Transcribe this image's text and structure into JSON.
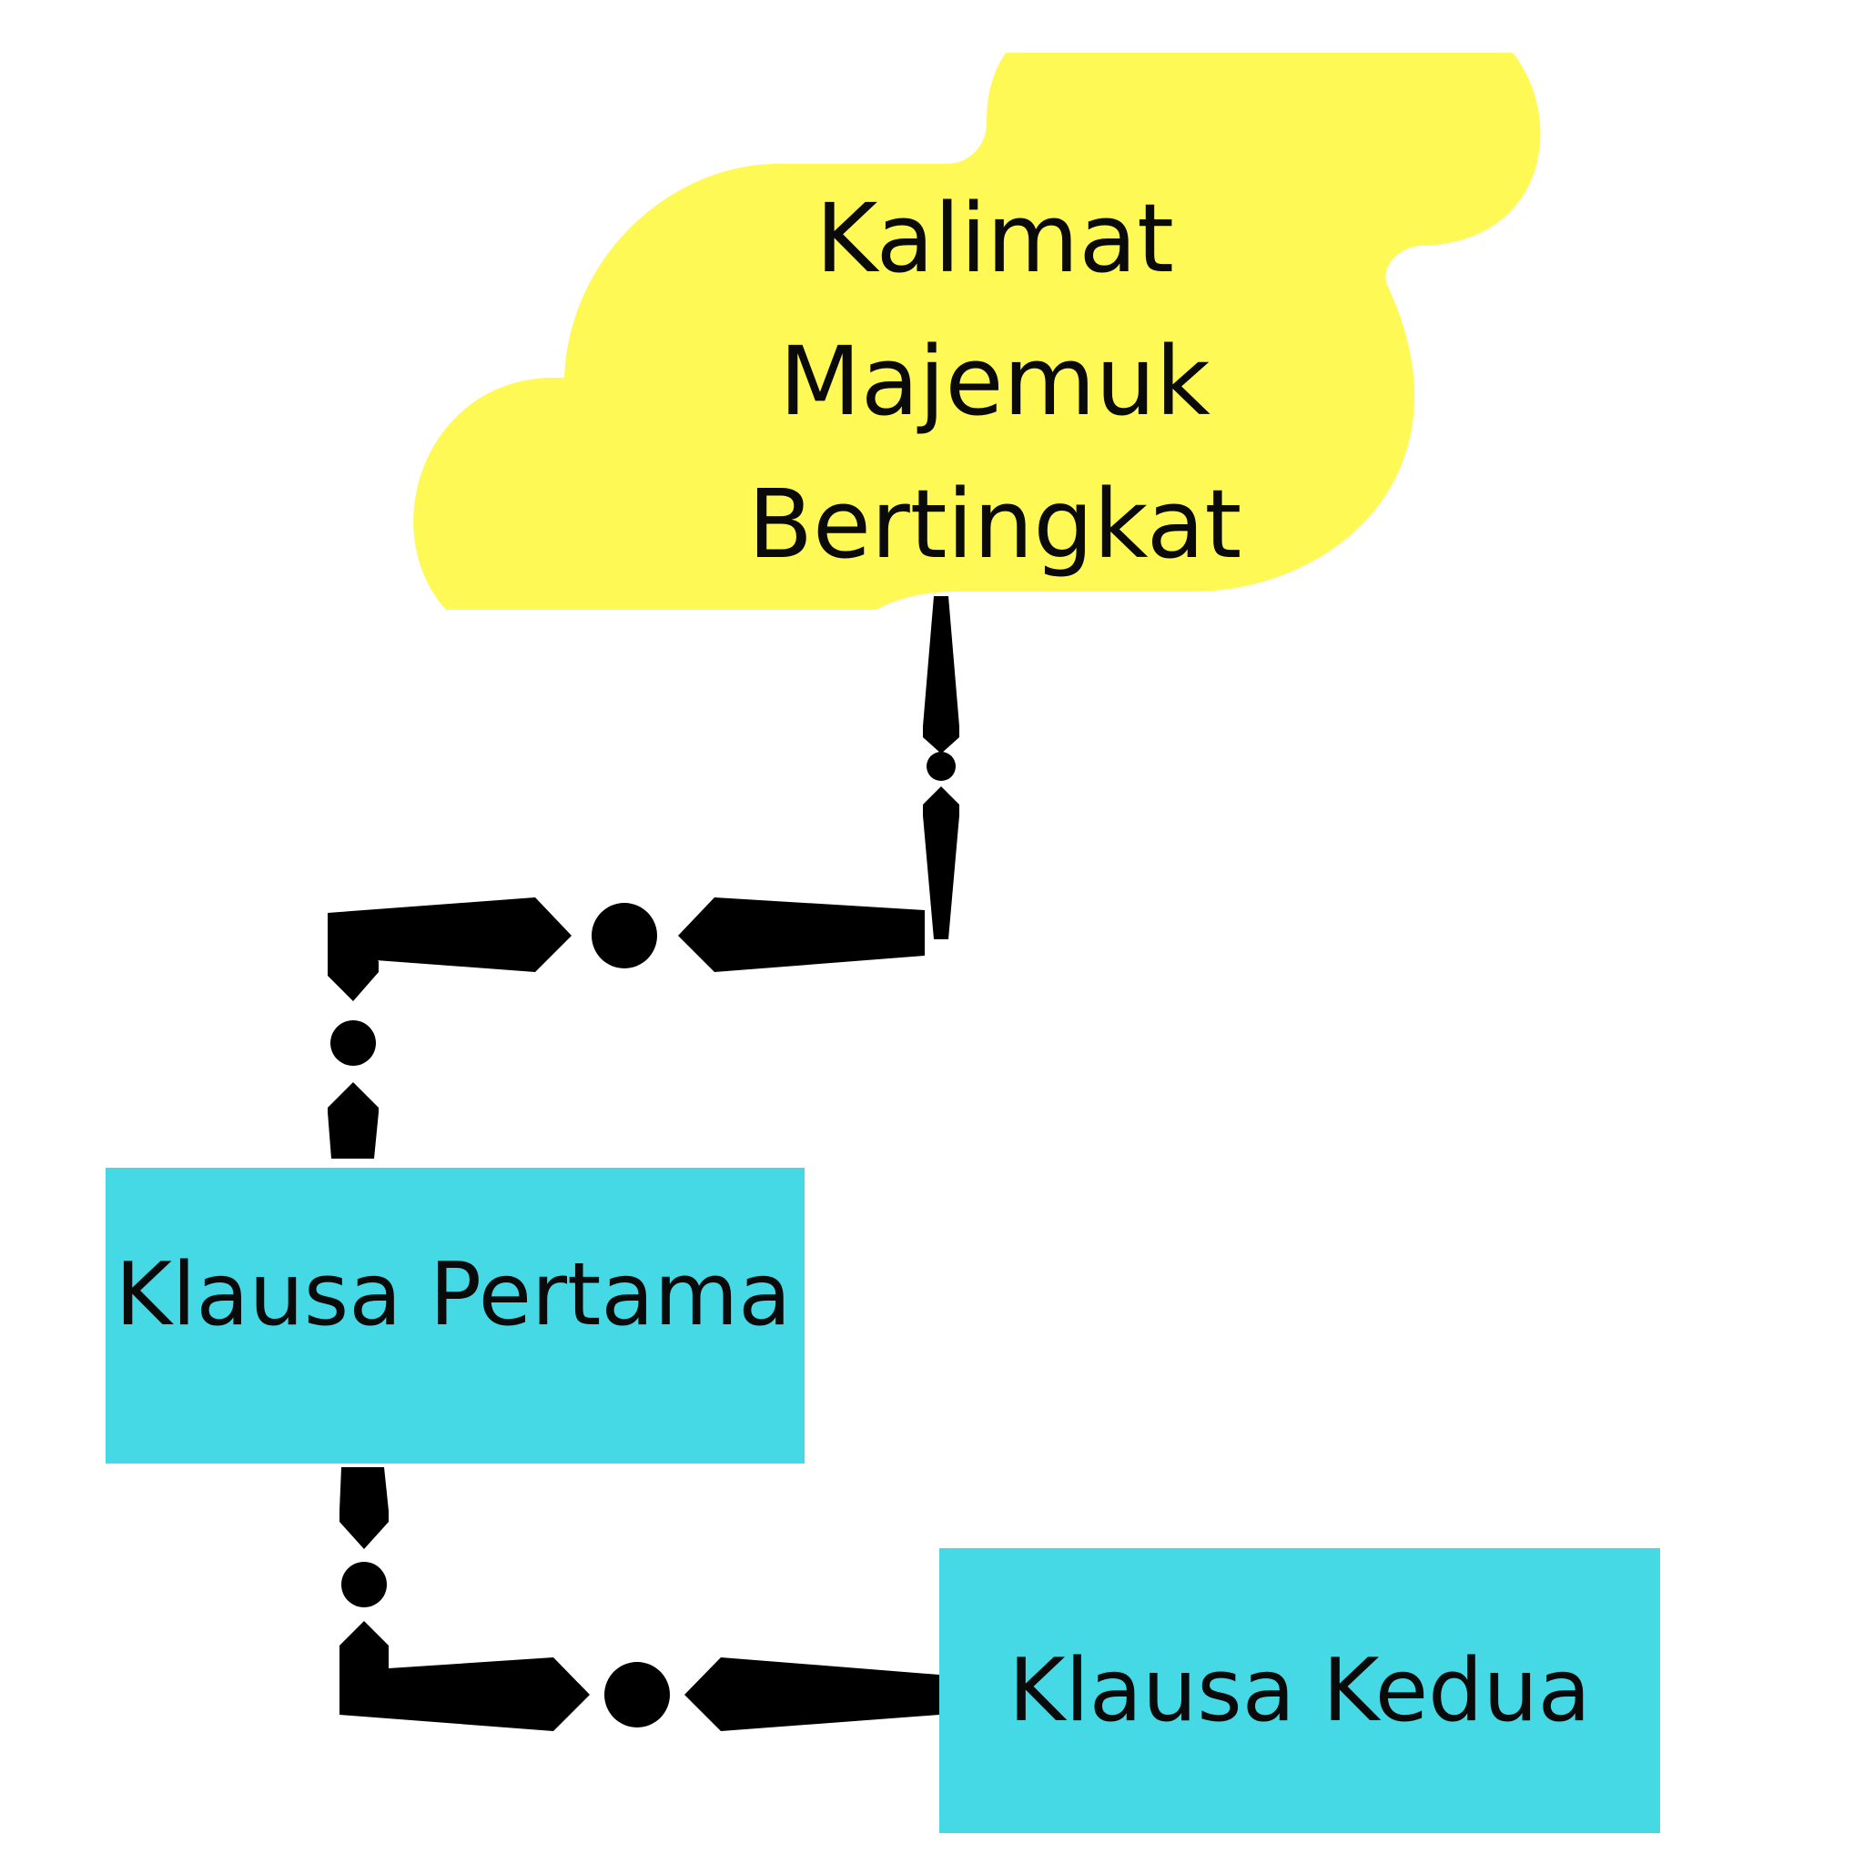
{
  "colors": {
    "cloud": "#fff955",
    "box": "#45d9e6",
    "connector": "#000000",
    "text": "#0a0a0a",
    "background": "#ffffff"
  },
  "nodes": {
    "root": {
      "shape": "cloud",
      "lines": [
        "Kalimat",
        "Majemuk",
        "Bertingkat"
      ]
    },
    "first_clause": {
      "shape": "rectangle",
      "label": "Klausa Pertama"
    },
    "second_clause": {
      "shape": "rectangle",
      "label": "Klausa Kedua"
    }
  },
  "connectors": [
    {
      "from": "root",
      "to": "first_clause",
      "style": "tapered dash-dot"
    },
    {
      "from": "first_clause",
      "to": "second_clause",
      "style": "tapered dash-dot"
    }
  ]
}
